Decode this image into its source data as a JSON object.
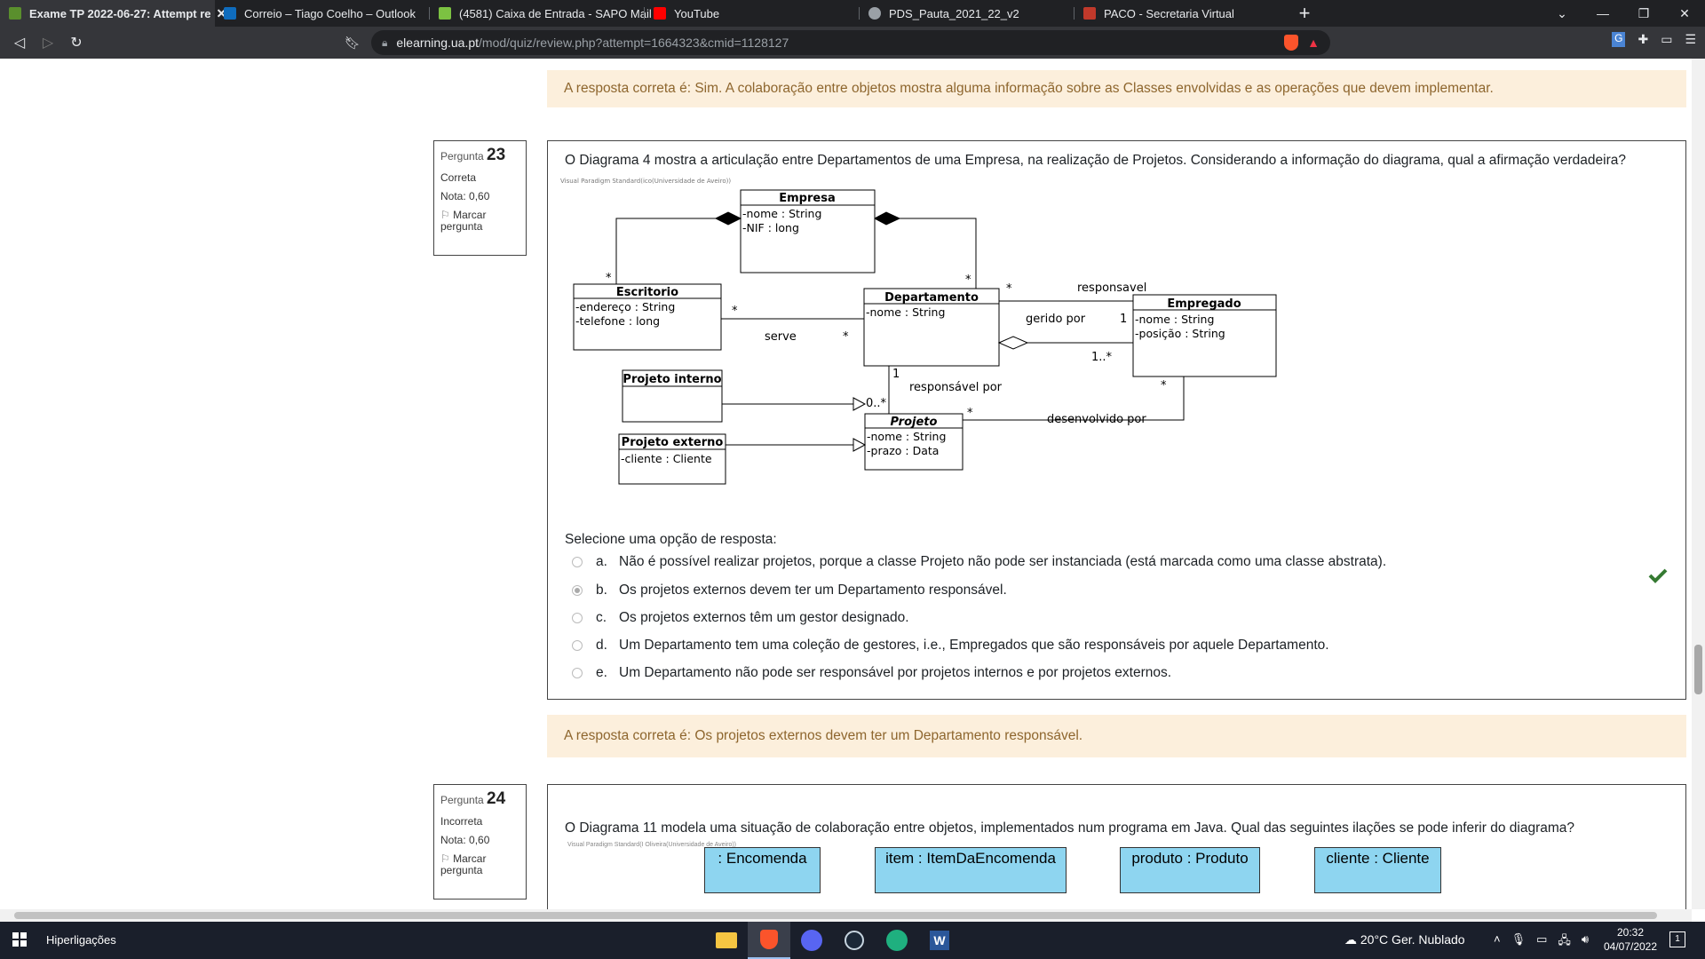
{
  "browser": {
    "tabs": [
      {
        "title": "Exame TP 2022-06-27: Attempt re",
        "active": true,
        "color": "#5a8f2d"
      },
      {
        "title": "Correio – Tiago Coelho – Outlook",
        "active": false,
        "color": "#0f6cbd"
      },
      {
        "title": "(4581) Caixa de Entrada - SAPO Mail",
        "active": false,
        "color": "#7cc242"
      },
      {
        "title": "YouTube",
        "active": false,
        "color": "#ff0000"
      },
      {
        "title": "PDS_Pauta_2021_22_v2",
        "active": false,
        "color": "#9aa0a6"
      },
      {
        "title": "PACO - Secretaria Virtual",
        "active": false,
        "color": "#c0392b"
      }
    ],
    "url_host": "elearning.ua.pt",
    "url_path": "/mod/quiz/review.php?attempt=1664323&cmid=1128127",
    "shield_count": "1"
  },
  "feedback_top": "A resposta correta é: Sim. A colaboração entre objetos mostra alguma informação sobre as Classes envolvidas e as operações que devem implementar.",
  "q23": {
    "label": "Pergunta",
    "number": "23",
    "state": "Correta",
    "grade": "Nota: 0,60",
    "flag": "Marcar pergunta",
    "text": "O Diagrama 4 mostra a articulação entre Departamentos de uma Empresa, na realização de Projetos. Considerando a informação do diagrama, qual a afirmação verdadeira?",
    "watermark": "Visual Paradigm Standard(ico(Universidade de Aveiro))",
    "prompt": "Selecione uma opção de resposta:",
    "options": [
      {
        "letter": "a.",
        "text": "Não é possível realizar projetos, porque a classe Projeto não pode ser instanciada (está marcada como uma classe abstrata)."
      },
      {
        "letter": "b.",
        "text": "Os projetos externos devem ter um Departamento responsável."
      },
      {
        "letter": "c.",
        "text": "Os projetos externos têm um gestor designado."
      },
      {
        "letter": "d.",
        "text": "Um Departamento tem uma coleção de gestores, i.e., Empregados que são responsáveis por aquele Departamento."
      },
      {
        "letter": "e.",
        "text": "Um Departamento não pode ser responsável por projetos internos e por projetos externos."
      }
    ],
    "selected": "b.",
    "feedback": "A resposta correta é: Os projetos externos devem ter um Departamento responsável."
  },
  "diagram": {
    "empresa": {
      "name": "Empresa",
      "attrs": [
        "-nome : String",
        "-NIF : long"
      ]
    },
    "escritorio": {
      "name": "Escritorio",
      "attrs": [
        "-endereço : String",
        "-telefone : long"
      ]
    },
    "departamento": {
      "name": "Departamento",
      "attrs": [
        "-nome : String"
      ]
    },
    "empregado": {
      "name": "Empregado",
      "attrs": [
        "-nome : String",
        "-posição : String"
      ]
    },
    "projeto_interno": {
      "name": "Projeto interno"
    },
    "projeto_externo": {
      "name": "Projeto externo",
      "attrs": [
        "-cliente : Cliente"
      ]
    },
    "projeto": {
      "name": "Projeto",
      "attrs": [
        "-nome : String",
        "-prazo : Data"
      ]
    },
    "labels": {
      "responsavel": "responsavel",
      "gerido_por": "gerido por",
      "serve": "serve",
      "responsavel_por": "responsável por",
      "desenvolvido_por": "desenvolvido por",
      "star": "*",
      "one": "1",
      "one_many": "1..*",
      "zero_many": "0..*"
    }
  },
  "q24": {
    "label": "Pergunta",
    "number": "24",
    "state": "Incorreta",
    "grade": "Nota: 0,60",
    "flag": "Marcar pergunta",
    "text": "O Diagrama 11 modela uma situação de colaboração entre objetos, implementados num programa em Java. Qual das seguintes ilações se pode inferir do diagrama?",
    "watermark": "Visual Paradigm Standard(I Oliveira(Universidade de Aveiro))",
    "objects": [
      ": Encomenda",
      "item : ItemDaEncomenda",
      "produto : Produto",
      "cliente : Cliente"
    ]
  },
  "taskbar": {
    "label": "Hiperligações",
    "weather": "20°C  Ger. Nublado",
    "time": "20:32",
    "date": "04/07/2022",
    "notif": "1"
  }
}
